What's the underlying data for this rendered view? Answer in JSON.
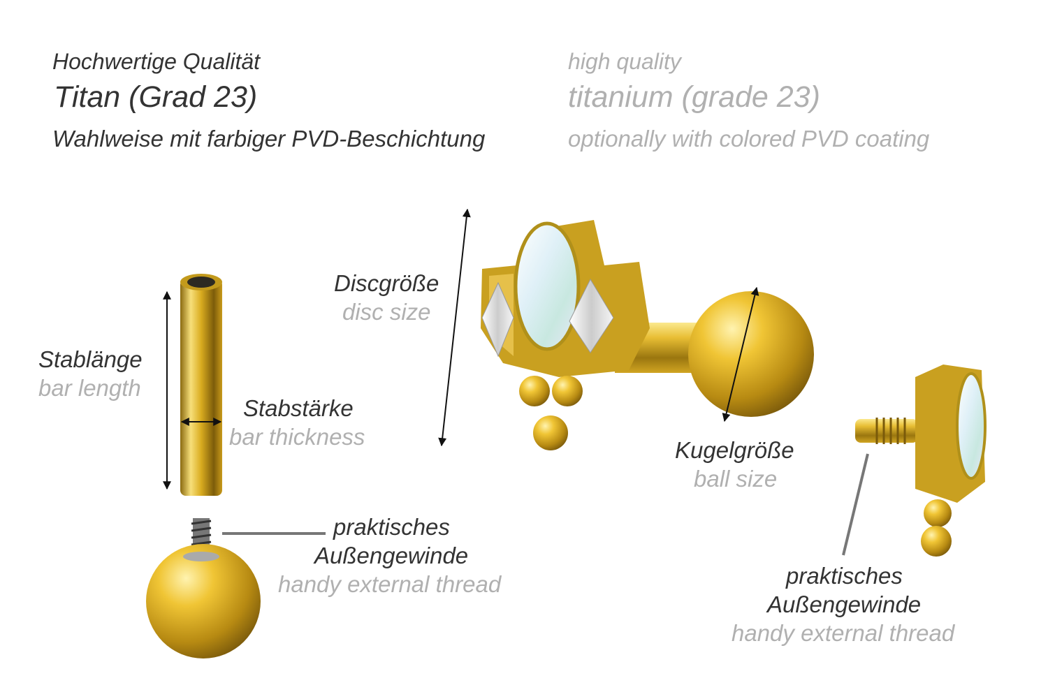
{
  "header": {
    "de": {
      "quality": "Hochwertige Qualität",
      "material": "Titan (Grad 23)",
      "coating": "Wahlweise mit farbiger PVD-Beschichtung"
    },
    "en": {
      "quality": "high quality",
      "material": "titanium (grade 23)",
      "coating": "optionally with colored PVD coating"
    }
  },
  "labels": {
    "bar_length": {
      "de": "Stablänge",
      "en": "bar length"
    },
    "bar_thickness": {
      "de": "Stabstärke",
      "en": "bar thickness"
    },
    "disc_size": {
      "de": "Discgröße",
      "en": "disc size"
    },
    "ball_size": {
      "de": "Kugelgröße",
      "en": "ball size"
    },
    "thread_left": {
      "de1": "praktisches",
      "de2": "Außengewinde",
      "en": "handy external thread"
    },
    "thread_right": {
      "de1": "praktisches",
      "de2": "Außengewinde",
      "en": "handy external thread"
    }
  },
  "colors": {
    "gold": "#d8a91e",
    "text_de": "#333333",
    "text_en": "#b0b0b0"
  }
}
